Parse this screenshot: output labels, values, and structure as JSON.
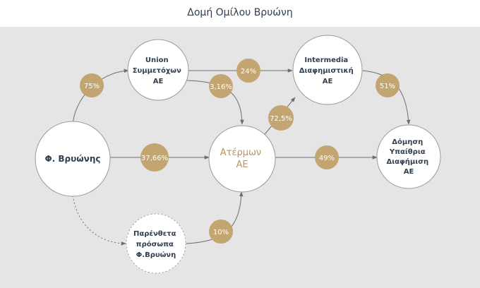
{
  "title": "Δομή Ομίλου Βρυώνη",
  "colors": {
    "background": "#e5e5e5",
    "node_fill": "#ffffff",
    "node_stroke": "#9a9a9a",
    "badge_fill": "#c3a571",
    "edge": "#6e6e6e",
    "text_dark": "#2f3e50",
    "text_gold": "#b8965f"
  },
  "nodes": {
    "vryonis": {
      "lines": [
        "Φ. Βρυώνης"
      ]
    },
    "union": {
      "lines": [
        "Union",
        "Συμμετόχων",
        "ΑΕ"
      ]
    },
    "intermedia": {
      "lines": [
        "Intermedia",
        "Διαφημιστική",
        "ΑΕ"
      ]
    },
    "atermon": {
      "lines": [
        "Ατέρμων",
        "ΑΕ"
      ]
    },
    "domisi": {
      "lines": [
        "Δόμηση",
        "Υπαίθρια",
        "Διαφήμιση",
        "ΑΕ"
      ]
    },
    "parentheta": {
      "lines": [
        "Παρένθετα",
        "πρόσωπα",
        "Φ.Βρυώνη"
      ]
    }
  },
  "stakes": {
    "vryonis_union": "75%",
    "union_intermedia": "24%",
    "union_atermon": "3,16%",
    "vryonis_atermon": "37,66%",
    "atermon_intermedia": "72,5%",
    "intermedia_domisi": "51%",
    "atermon_domisi": "49%",
    "parentheta_atermon": "10%"
  }
}
